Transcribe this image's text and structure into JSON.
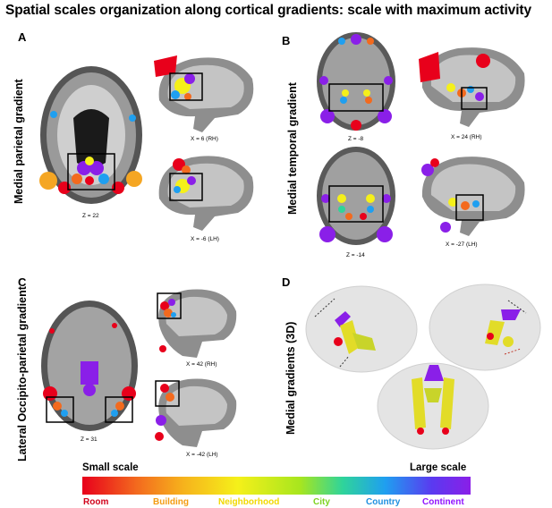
{
  "title": "Spatial scales organization along cortical gradients: scale with maximum activity",
  "panels": {
    "a": {
      "letter": "A",
      "label": "Medial parietal gradient",
      "coords": [
        "X = 6 (RH)",
        "Z = 22",
        "X = -6 (LH)"
      ]
    },
    "b": {
      "letter": "B",
      "label": "Medial temporal gradient",
      "coords": [
        "Z = -8",
        "X = 24 (RH)",
        "Z = -14",
        "X = -27 (LH)"
      ]
    },
    "c": {
      "letter": "C",
      "label": "Lateral Occipito-parietal gradient",
      "coords": [
        "X = 42 (RH)",
        "Z = 31",
        "X = -42 (LH)"
      ]
    },
    "d": {
      "letter": "D",
      "label": "Medial gradients (3D)"
    }
  },
  "colorbar": {
    "small_label": "Small scale",
    "large_label": "Large scale",
    "categories": [
      {
        "name": "Room",
        "color": "#d0021b"
      },
      {
        "name": "Building",
        "color": "#f39c12"
      },
      {
        "name": "Neighborhood",
        "color": "#f1d900"
      },
      {
        "name": "City",
        "color": "#7ed321"
      },
      {
        "name": "Country",
        "color": "#1e90e0"
      },
      {
        "name": "Continent",
        "color": "#9013fe"
      }
    ]
  }
}
